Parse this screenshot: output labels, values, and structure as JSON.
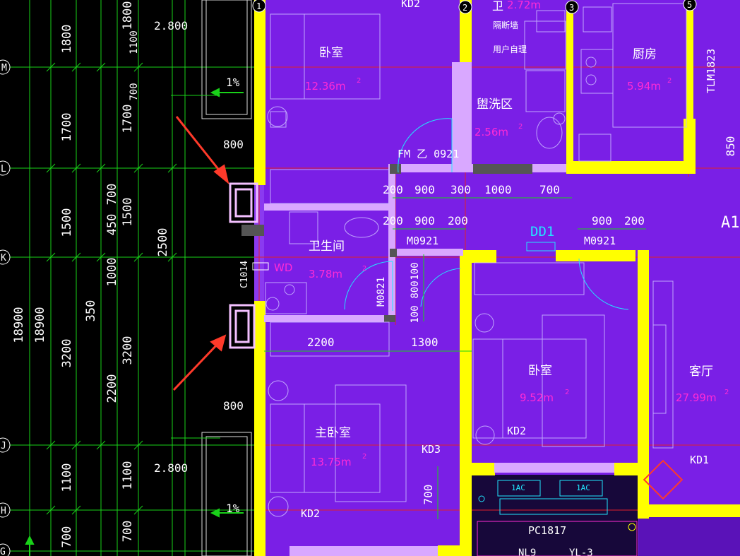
{
  "colors": {
    "background": "#000000",
    "floor": "#7a1fe6",
    "wall": "#ffff00",
    "axis": "#19d219",
    "gridline": "#e0212b",
    "dimension_text": "#ffffff",
    "area_text": "#ff2bd6",
    "arrow": "#ff3a2a",
    "partition": "#d9a8ff"
  },
  "grid_axes": {
    "vertical": [
      "1",
      "2",
      "3",
      "5"
    ],
    "horizontal": [
      "M",
      "L",
      "K",
      "J",
      "H",
      "G"
    ]
  },
  "left_dimensions": {
    "outer": [
      "1800",
      "1700",
      "1500",
      "18900",
      "3200",
      "1100",
      "700"
    ],
    "inner": [
      "1800",
      "1700",
      "1500",
      "18900",
      "3200",
      "1100",
      "700"
    ],
    "mid": [
      "1100",
      "700",
      "700",
      "450",
      "1000",
      "350",
      "2200"
    ],
    "sub": [
      "1500",
      "2500"
    ],
    "cols": [
      "2.800",
      "1%",
      "800",
      "800",
      "2.800",
      "1%"
    ]
  },
  "rooms": {
    "bedroom_top": {
      "name": "卧室",
      "area": "12.36m",
      "sup": "2"
    },
    "toilet_top": {
      "name": "卫",
      "area": "2.72m"
    },
    "partition_note": "隔断墙",
    "owner_note": "用户自理",
    "washroom": {
      "name": "盥洗区",
      "area": "2.56m",
      "sup": "2"
    },
    "kitchen": {
      "name": "厨房",
      "area": "5.94m",
      "sup": "2"
    },
    "bathroom": {
      "name": "卫生间",
      "area": "3.78m",
      "sup": "2"
    },
    "bedroom_mid": {
      "name": "卧室",
      "area": "9.52m",
      "sup": "2"
    },
    "master": {
      "name": "主卧室",
      "area": "13.75m",
      "sup": "2"
    },
    "living": {
      "name": "客厅",
      "area": "27.99m",
      "sup": "2"
    }
  },
  "door_labels": {
    "kd2_top": "KD2",
    "fm": "FM 乙 0921",
    "m0921_a": "M0921",
    "m0921_b": "M0921",
    "m0821": "M0821",
    "dd1": "DD1",
    "kd2_mid": "KD2",
    "kd3": "KD3",
    "kd2_bot": "KD2",
    "kd1": "KD1",
    "tlm": "TLM1823",
    "c1014": "C1014",
    "wd": "WD",
    "a1": "A1",
    "pc": "PC1817",
    "ac1": "1AC",
    "ac2": "1AC",
    "nl": "NL9",
    "yl": "YL-3"
  },
  "inner_dimensions": {
    "row1": [
      "200",
      "900",
      "300",
      "1000",
      "700"
    ],
    "row2": [
      "200",
      "900",
      "200",
      "900",
      "200"
    ],
    "vert": [
      "100",
      "800",
      "100"
    ],
    "d2200": "2200",
    "d1300": "1300",
    "d700": "700",
    "d850": "850"
  }
}
